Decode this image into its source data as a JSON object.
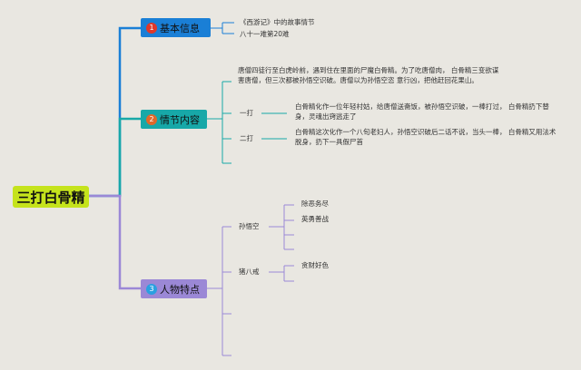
{
  "root": {
    "label": "三打白骨精"
  },
  "branches": [
    {
      "badge": "1",
      "label": "基本信息",
      "color": "#1a7fd6",
      "children": [
        "《西游记》中的故事情节",
        "八十一难第20难"
      ]
    },
    {
      "badge": "2",
      "label": "情节内容",
      "color": "#17a8a8",
      "summary": "唐僧四徒行至白虎岭前，遇到住在里面的尸魔白骨精。为了吃唐僧肉， 白骨精三变欲谋害唐僧，但三次都被孙悟空识破。唐僧以为孙悟空恣 意行凶，把他赶回花果山。",
      "items": [
        {
          "label": "一打",
          "detail": "白骨精化作一位年轻村姑，给唐僧送斋饭，被孙悟空识破，一棒打过， 白骨精扔下替身，灵魂出窍逃走了"
        },
        {
          "label": "二打",
          "detail": "白骨精这次化作一个八旬老妇人，孙悟空识破后二话不说，当头一棒， 白骨精又用法术脱身，扔下一具假尸首"
        }
      ]
    },
    {
      "badge": "3",
      "label": "人物特点",
      "color": "#9b88d6",
      "people": [
        {
          "name": "孙悟空",
          "traits": [
            "除恶务尽",
            "英勇善战"
          ]
        },
        {
          "name": "猪八戒",
          "traits": [
            "贪财好色"
          ]
        }
      ]
    }
  ],
  "badge_colors": [
    "#e0382a",
    "#e0682a",
    "#2aa0e0"
  ]
}
